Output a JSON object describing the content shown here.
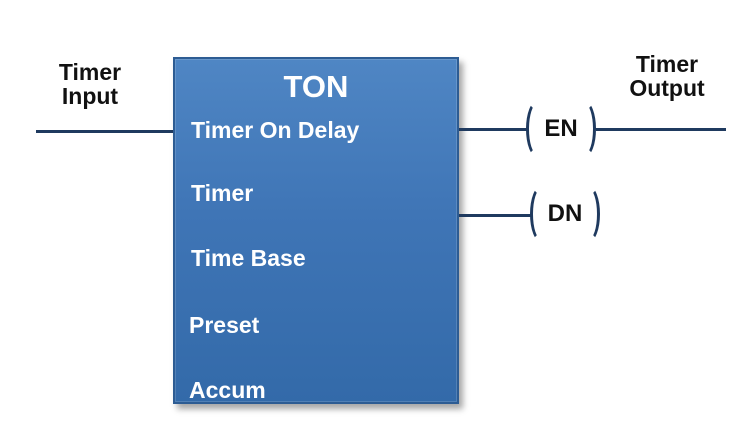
{
  "input": {
    "label_line1": "Timer",
    "label_line2": "Input"
  },
  "output": {
    "label_line1": "Timer",
    "label_line2": "Output"
  },
  "block": {
    "title": "TON",
    "rows": [
      "Timer On Delay",
      "Timer",
      "Time Base",
      "Preset",
      "Accum"
    ]
  },
  "coils": {
    "en": "EN",
    "dn": "DN"
  },
  "colors": {
    "block_fill": "#3f75b6",
    "wire": "#1f3a5f"
  }
}
